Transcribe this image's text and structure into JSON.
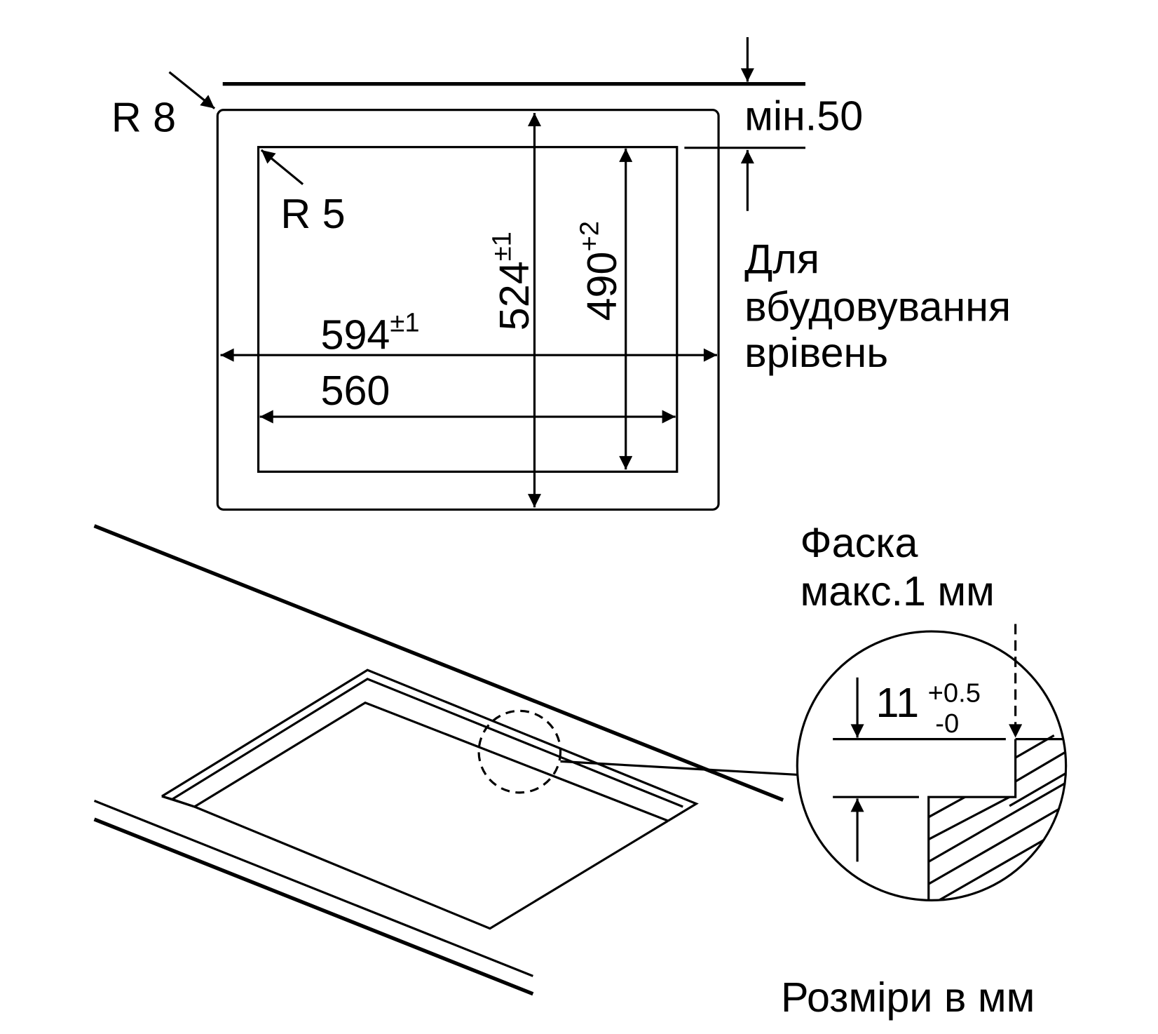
{
  "top_view": {
    "outer_radius_label": "R 8",
    "inner_radius_label": "R 5",
    "min_distance_label": "мін.50",
    "width_outer": {
      "value": "594",
      "tolerance": "±1"
    },
    "width_inner": {
      "value": "560"
    },
    "depth_outer": {
      "value": "524",
      "tolerance": "±1"
    },
    "depth_inner": {
      "value": "490",
      "tolerance": "+2"
    },
    "flush_note": [
      "Для",
      "вбудовування",
      "врівень"
    ]
  },
  "detail": {
    "chamfer_note": [
      "Фаска",
      "макс.1 мм"
    ],
    "depth": {
      "value": "11",
      "tol_upper": "+0.5",
      "tol_lower": "-0"
    }
  },
  "units_note": "Розміри в мм",
  "colors": {
    "line": "#000000",
    "background": "#ffffff"
  }
}
